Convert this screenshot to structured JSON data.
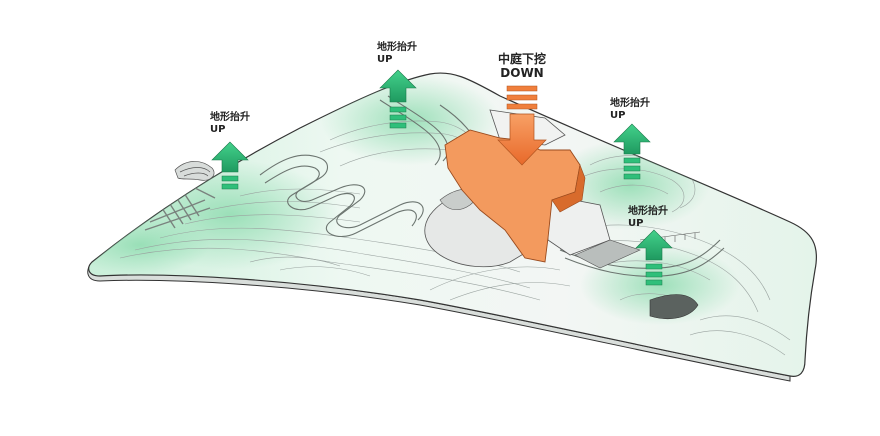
{
  "diagram": {
    "annotations": [
      {
        "id": "up-left",
        "cn": "地形抬升",
        "en": "UP",
        "direction": "up"
      },
      {
        "id": "up-top",
        "cn": "地形抬升",
        "en": "UP",
        "direction": "up"
      },
      {
        "id": "down-center",
        "cn": "中庭下挖",
        "en": "DOWN",
        "direction": "down"
      },
      {
        "id": "up-right",
        "cn": "地形抬升",
        "en": "UP",
        "direction": "up"
      },
      {
        "id": "up-lower-right",
        "cn": "地形抬升",
        "en": "UP",
        "direction": "up"
      }
    ],
    "colors": {
      "up_arrow": "#2fbf7a",
      "down_arrow": "#f07f3c",
      "atrium": "#f39a5e",
      "terrain_green": "#8fdcb0",
      "contour": "#9aa3a0",
      "outline": "#333333"
    }
  }
}
